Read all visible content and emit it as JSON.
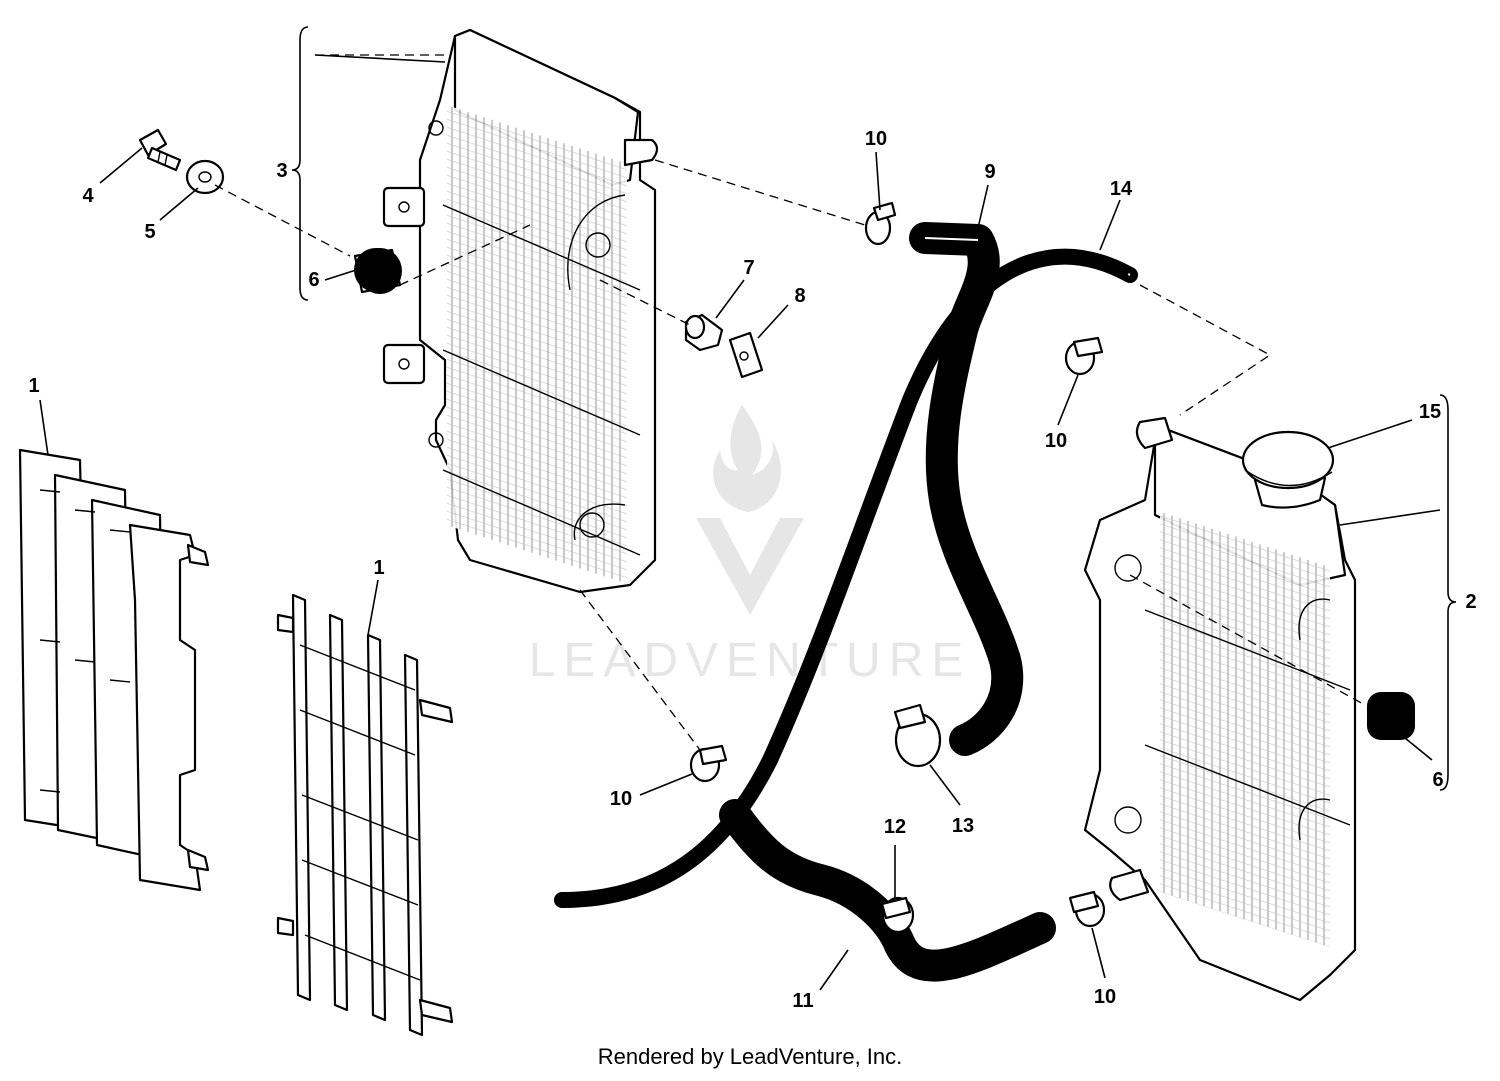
{
  "diagram": {
    "callouts": {
      "c1a": "1",
      "c1b": "1",
      "c2": "2",
      "c3": "3",
      "c4": "4",
      "c5": "5",
      "c6a": "6",
      "c6b": "6",
      "c7": "7",
      "c8": "8",
      "c9": "9",
      "c10a": "10",
      "c10b": "10",
      "c10c": "10",
      "c10d": "10",
      "c11": "11",
      "c12": "12",
      "c13": "13",
      "c14": "14",
      "c15": "15"
    },
    "watermark": "LEADVENTURE"
  },
  "footer": {
    "text": "Rendered by LeadVenture, Inc."
  }
}
